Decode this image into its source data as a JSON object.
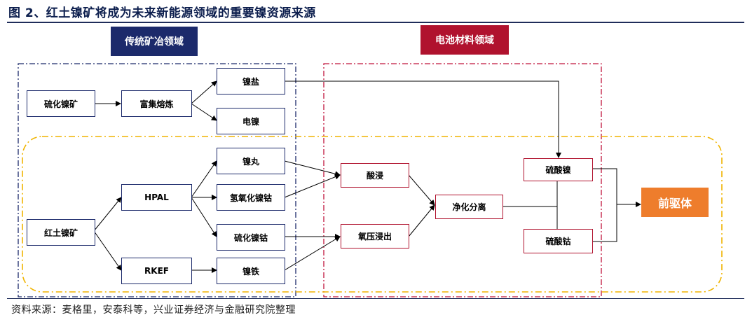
{
  "title": "图 2、红土镍矿将成为未来新能源领域的重要镍资源来源",
  "source": "资料来源：麦格里，安泰科等，兴业证券经济与金融研究院整理",
  "domains": {
    "traditional": "传统矿冶领域",
    "battery": "电池材料领域"
  },
  "nodes": {
    "sulfide_ore": "硫化镍矿",
    "enrich_smelt": "富集熔炼",
    "nickel_salt": "镍盐",
    "electro_nickel": "电镍",
    "laterite_ore": "红土镍矿",
    "hpal": "HPAL",
    "rkef": "RKEF",
    "nickel_pellet": "镍丸",
    "mhp": "氢氧化镍钴",
    "msp": "硫化镍钴",
    "nickel_iron": "镍铁",
    "acid_leach": "酸浸",
    "pressure_leach": "氧压浸出",
    "purification": "净化分离",
    "nickel_sulfate": "硫酸镍",
    "cobalt_sulfate": "硫酸钴",
    "precursor": "前驱体"
  },
  "colors": {
    "navy": "#1c2a6b",
    "red": "#b0122e",
    "orange": "#ee7d2c",
    "yellow_dash": "#f0b400"
  }
}
